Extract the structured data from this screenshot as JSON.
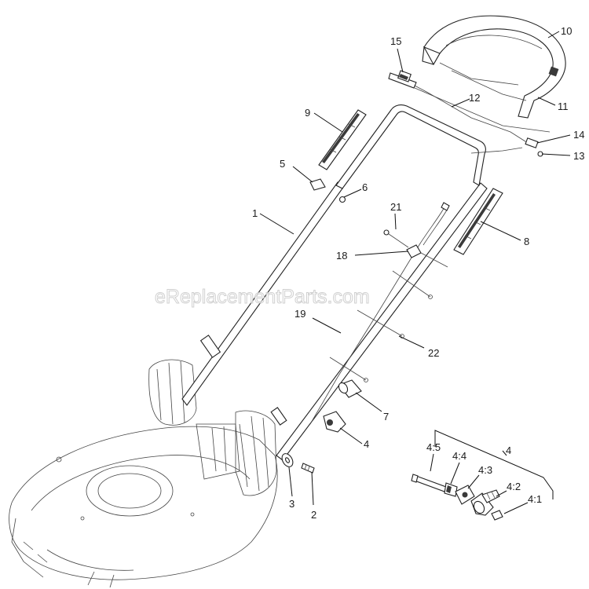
{
  "watermark": "eReplacementParts.com",
  "callouts": {
    "c1": "1",
    "c2": "2",
    "c3": "3",
    "c4": "4",
    "c4b": "4",
    "c4_1": "4:1",
    "c4_2": "4:2",
    "c4_3": "4:3",
    "c4_4": "4:4",
    "c4_5": "4:5",
    "c5": "5",
    "c6": "6",
    "c7": "7",
    "c8": "8",
    "c9": "9",
    "c10": "10",
    "c11": "11",
    "c12": "12",
    "c13": "13",
    "c14": "14",
    "c15": "15",
    "c18": "18",
    "c19": "19",
    "c21": "21",
    "c22": "22"
  }
}
